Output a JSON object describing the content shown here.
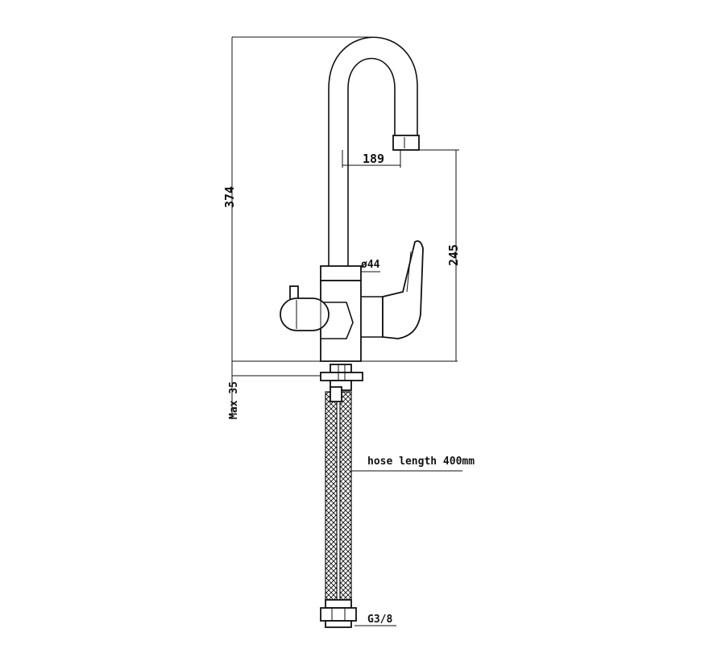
{
  "dimensions": {
    "spout_reach": "189",
    "total_height": "374",
    "spout_height": "245",
    "body_diameter": "ø44",
    "deck_thickness": "Max 35"
  },
  "annotations": {
    "hose_length": "hose length 400mm",
    "thread": "G3/8"
  }
}
